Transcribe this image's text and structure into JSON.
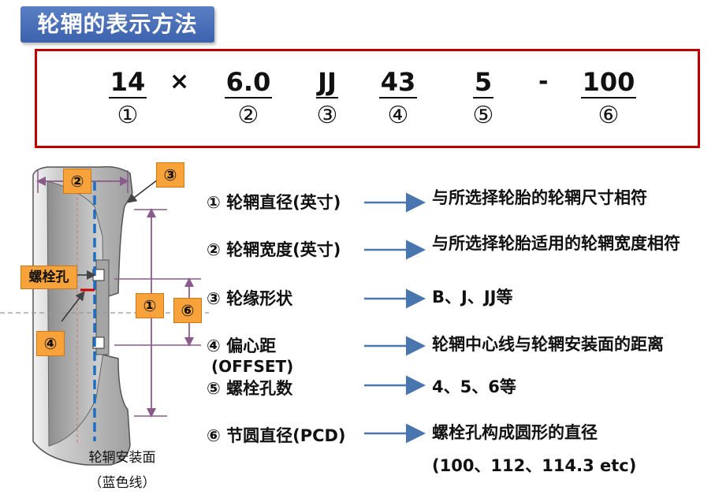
{
  "title": "轮辋的表示方法",
  "code": {
    "segments": [
      {
        "value": "14",
        "num": "①"
      },
      {
        "value": "6.0",
        "num": "②"
      },
      {
        "value": "JJ",
        "num": "③"
      },
      {
        "value": "43",
        "num": "④"
      },
      {
        "value": "5",
        "num": "⑤"
      },
      {
        "value": "100",
        "num": "⑥"
      }
    ],
    "sep_times": "×",
    "sep_dash": "-"
  },
  "diagram": {
    "tag_bolt_hole": "螺栓孔",
    "tag_1": "①",
    "tag_2": "②",
    "tag_3": "③",
    "tag_4": "④",
    "tag_6": "⑥",
    "caption_line1": "轮辋安装面",
    "caption_line2": "（蓝色线）",
    "colors": {
      "accent_orange": "#f7a23a",
      "arrow_blue": "#4a76b0",
      "mount_line_blue": "#1f6fc0",
      "frame_red": "#c00000"
    }
  },
  "items": [
    {
      "label": "① 轮辋直径(英寸)",
      "desc": "与所选择轮胎的轮辋尺寸相符"
    },
    {
      "label": "② 轮辋宽度(英寸)",
      "desc": "与所选择轮胎适用的轮辋宽度相符"
    },
    {
      "label": "③ 轮缘形状",
      "desc": "B、J、JJ等"
    },
    {
      "label": "④ 偏心距",
      "label2": "(OFFSET)",
      "desc": "轮辋中心线与轮辋安装面的距离"
    },
    {
      "label": "⑤ 螺栓孔数",
      "desc": "4、5、6等"
    },
    {
      "label": "⑥ 节圆直径(PCD)",
      "desc": "螺栓孔构成圆形的直径",
      "desc2": "(100、112、114.3 etc)"
    }
  ]
}
